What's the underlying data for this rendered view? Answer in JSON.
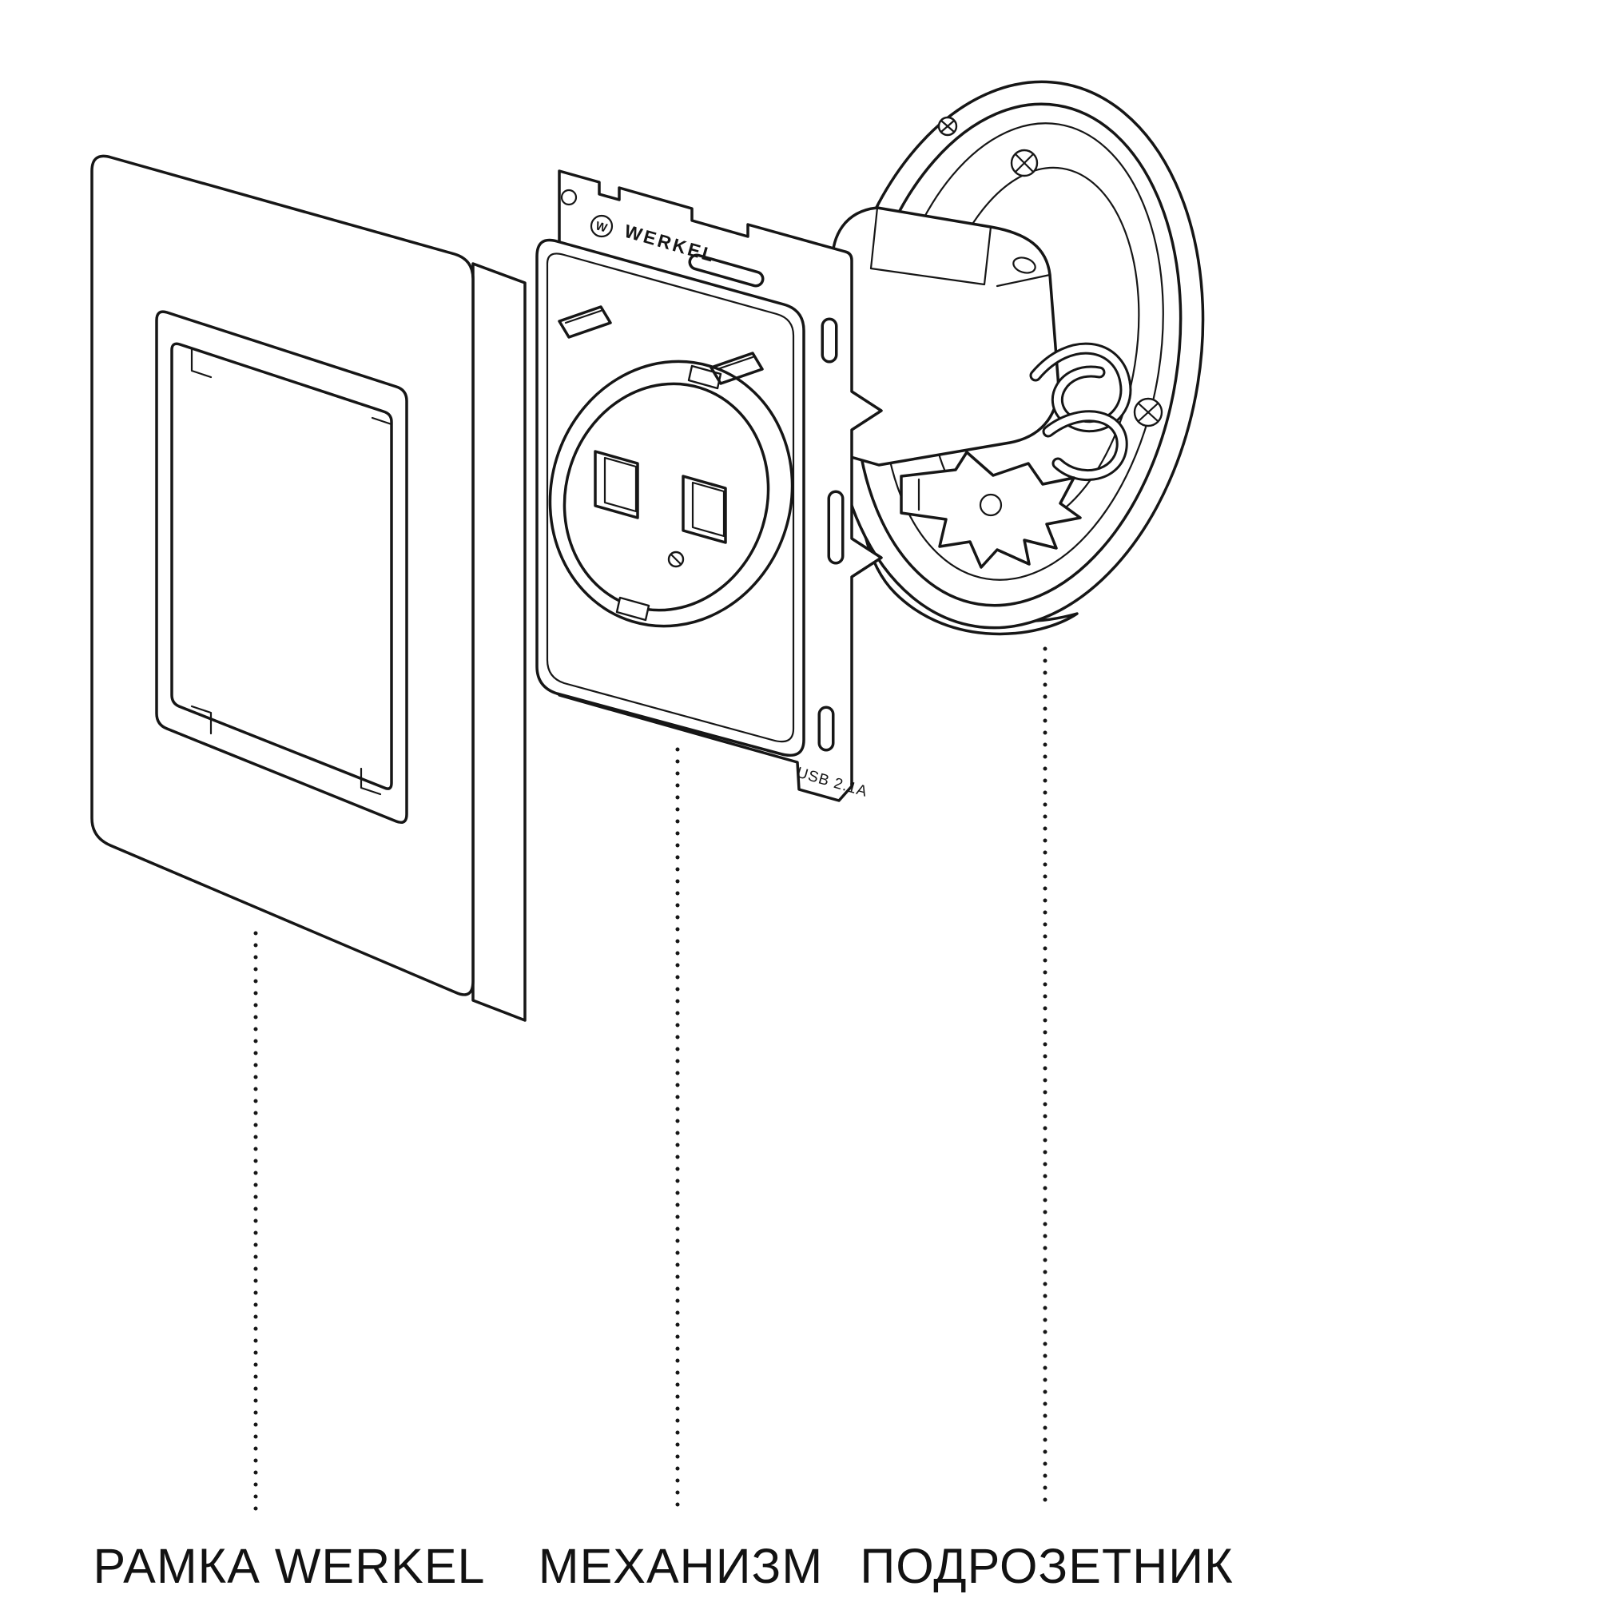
{
  "page": {
    "background_color": "#ffffff",
    "ink_color": "#161616"
  },
  "diagram": {
    "type": "exploded-view",
    "parts": [
      {
        "id": "frame",
        "label": "РАМКА WERKEL"
      },
      {
        "id": "mechanism",
        "label": "МЕХАНИЗМ",
        "markings": {
          "logo_letter": "W",
          "brand": "WERKEL",
          "usb_rating": "USB 2.1A"
        }
      },
      {
        "id": "wallbox",
        "label": "ПОДРОЗЕТНИК"
      }
    ]
  }
}
